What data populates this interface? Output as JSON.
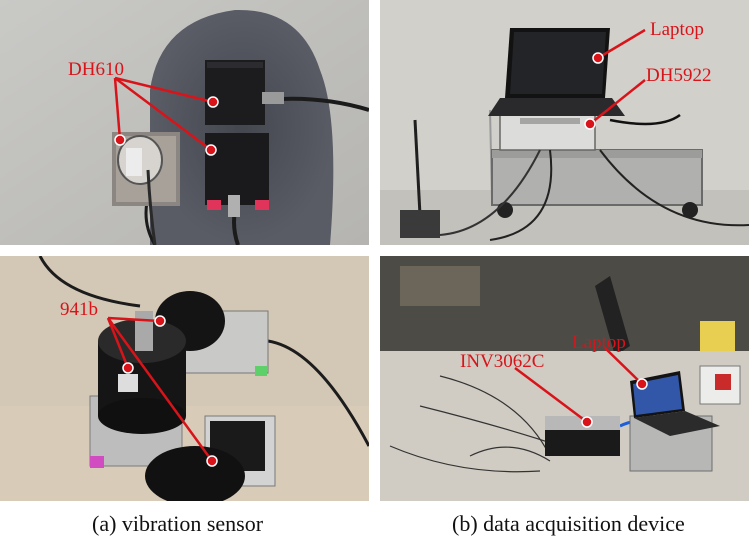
{
  "panels": {
    "top_left": {
      "label": "DH610"
    },
    "top_right": {
      "label_1": "Laptop",
      "label_2": "DH5922"
    },
    "bottom_left": {
      "label": "941b"
    },
    "bottom_right": {
      "label_1": "INV3062C",
      "label_2": "Laptop"
    }
  },
  "captions": {
    "a": "(a) vibration sensor",
    "b": "(b) data acquisition device"
  },
  "colors": {
    "annotation": "#d8141a"
  }
}
